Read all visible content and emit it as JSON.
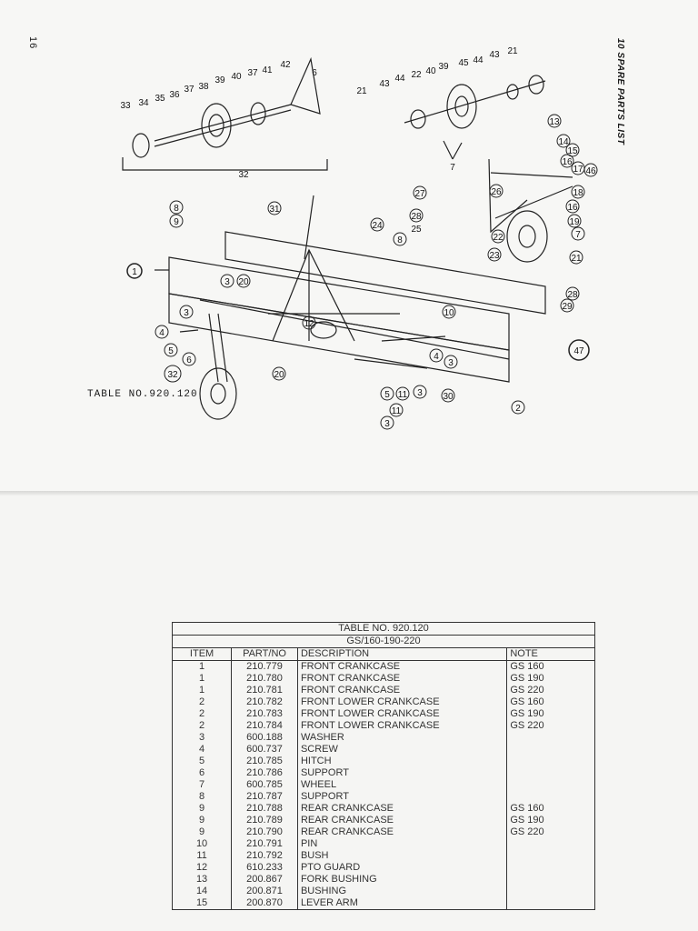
{
  "page": {
    "number": "16",
    "header": "10 SPARE PARTS LIST",
    "diagram_caption": "TABLE NO.920.120"
  },
  "diagram": {
    "callouts": [
      "1",
      "2",
      "3",
      "4",
      "5",
      "6",
      "7",
      "8",
      "9",
      "10",
      "11",
      "12",
      "13",
      "14",
      "15",
      "16",
      "17",
      "18",
      "19",
      "20",
      "21",
      "22",
      "23",
      "24",
      "25",
      "26",
      "27",
      "28",
      "29",
      "30",
      "31",
      "32",
      "33",
      "34",
      "35",
      "36",
      "37",
      "38",
      "39",
      "40",
      "41",
      "42",
      "43",
      "44",
      "45",
      "46",
      "47"
    ]
  },
  "table": {
    "title": "TABLE NO. 920.120",
    "subtitle": "GS/160-190-220",
    "headers": [
      "ITEM",
      "PART/NO",
      "DESCRIPTION",
      "NOTE"
    ],
    "rows": [
      [
        "1",
        "210.779",
        "FRONT CRANKCASE",
        "GS 160"
      ],
      [
        "1",
        "210.780",
        "FRONT CRANKCASE",
        "GS 190"
      ],
      [
        "1",
        "210.781",
        "FRONT CRANKCASE",
        "GS 220"
      ],
      [
        "2",
        "210.782",
        "FRONT LOWER CRANKCASE",
        "GS 160"
      ],
      [
        "2",
        "210.783",
        "FRONT LOWER CRANKCASE",
        "GS 190"
      ],
      [
        "2",
        "210.784",
        "FRONT LOWER CRANKCASE",
        "GS 220"
      ],
      [
        "3",
        "600.188",
        "WASHER",
        ""
      ],
      [
        "4",
        "600.737",
        "SCREW",
        ""
      ],
      [
        "5",
        "210.785",
        "HITCH",
        ""
      ],
      [
        "6",
        "210.786",
        "SUPPORT",
        ""
      ],
      [
        "7",
        "600.785",
        "WHEEL",
        ""
      ],
      [
        "8",
        "210.787",
        "SUPPORT",
        ""
      ],
      [
        "9",
        "210.788",
        "REAR CRANKCASE",
        "GS 160"
      ],
      [
        "9",
        "210.789",
        "REAR CRANKCASE",
        "GS 190"
      ],
      [
        "9",
        "210.790",
        "REAR CRANKCASE",
        "GS 220"
      ],
      [
        "10",
        "210.791",
        "PIN",
        ""
      ],
      [
        "11",
        "210.792",
        "BUSH",
        ""
      ],
      [
        "12",
        "610.233",
        "PTO GUARD",
        ""
      ],
      [
        "13",
        "200.867",
        "FORK BUSHING",
        ""
      ],
      [
        "14",
        "200.871",
        "BUSHING",
        ""
      ],
      [
        "15",
        "200.870",
        "LEVER ARM",
        ""
      ]
    ]
  }
}
